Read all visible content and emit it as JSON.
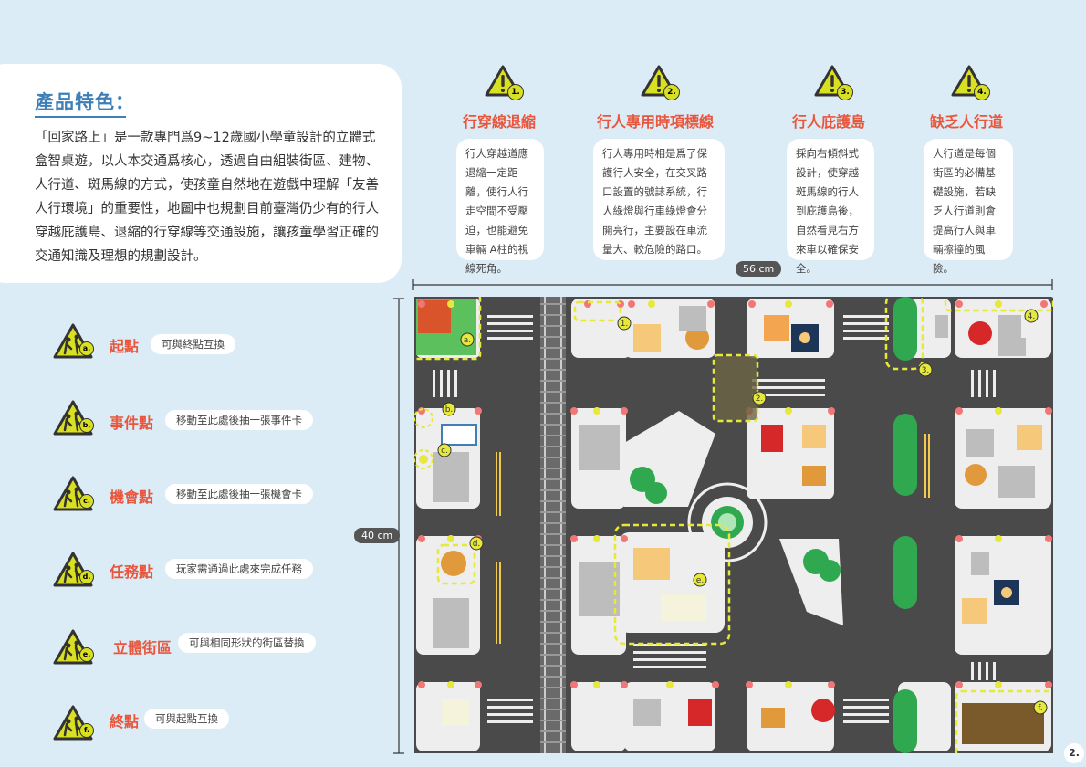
{
  "intro": {
    "title": "產品特色：",
    "body": "「回家路上」是一款專門爲9~12歲國小學童設計的立體式盒智桌遊，以人本交通爲核心，透過自由組裝街區、建物、人行道、斑馬線的方式，使孩童自然地在遊戲中理解「友善人行環境」的重要性，地圖中也規劃目前臺灣仍少有的行人穿越庇護島、退縮的行穿線等交通設施，讓孩童學習正確的交通知識及理想的規劃設計。"
  },
  "features": [
    {
      "num": "1.",
      "title": "行穿線退縮",
      "desc": "行人穿越道應退縮一定距離，使行人行走空間不受壓迫，也能避免車輛 A柱的視線死角。"
    },
    {
      "num": "2.",
      "title": "行人專用時項標線",
      "desc": "行人專用時相是爲了保護行人安全，在交叉路口設置的號誌系統，行人綠燈與行車綠燈會分開亮行，主要設在車流量大、較危險的路口。"
    },
    {
      "num": "3.",
      "title": "行人庇護島",
      "desc": "採向右傾斜式設計，使穿越斑馬線的行人到庇護島後，自然看見右方來車以確保安全。"
    },
    {
      "num": "4.",
      "title": "缺乏人行道",
      "desc": "人行道是每個街區的必備基礎設施，若缺乏人行道則會提高行人與車輛擦撞的風險。"
    }
  ],
  "legend": [
    {
      "letter": "a.",
      "name": "起點",
      "desc": "可與終點互換"
    },
    {
      "letter": "b.",
      "name": "事件點",
      "desc": "移動至此處後抽一張事件卡"
    },
    {
      "letter": "c.",
      "name": "機會點",
      "desc": "移動至此處後抽一張機會卡"
    },
    {
      "letter": "d.",
      "name": "任務點",
      "desc": "玩家需通過此處來完成任務"
    },
    {
      "letter": "e.",
      "name": "立體街區",
      "desc": "可與相同形狀的街區替換"
    },
    {
      "letter": "f.",
      "name": "終點",
      "desc": "可與起點互換"
    }
  ],
  "dimensions": {
    "width": "56 cm",
    "height": "40 cm"
  },
  "page_number": "2.",
  "colors": {
    "accent": "#e8573d",
    "title_blue": "#3f7fb8",
    "warning_yellow": "#d9e021",
    "highlight": "#e6e83a",
    "road": "#4a4a4a"
  }
}
